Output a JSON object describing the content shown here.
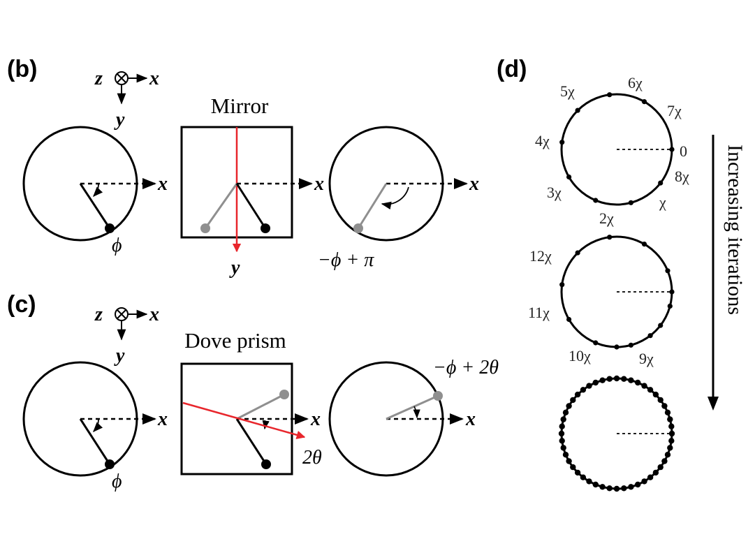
{
  "panels": {
    "b": {
      "label": "(b)",
      "coord_z": "z",
      "coord_x": "x",
      "coord_y": "y",
      "element": "Mirror",
      "in_angle": "ϕ",
      "out_x": "x",
      "beam_y": "y",
      "final_x": "x",
      "result": "−ϕ + π"
    },
    "c": {
      "label": "(c)",
      "coord_z": "z",
      "coord_x": "x",
      "coord_y": "y",
      "element": "Dove prism",
      "in_angle": "ϕ",
      "out_x": "x",
      "beam_angle": "2θ",
      "final_x": "x",
      "result": "−ϕ + 2θ"
    },
    "d": {
      "label": "(d)",
      "ring1": [
        "0",
        "χ",
        "2χ",
        "3χ",
        "4χ",
        "5χ",
        "6χ",
        "7χ",
        "8χ"
      ],
      "ring2": [
        "9χ",
        "10χ",
        "11χ",
        "12χ"
      ],
      "arrow_label": "Increasing iterations"
    }
  },
  "colors": {
    "ink": "#000000",
    "beam": "#e8262c",
    "reflected": "#8f8f8f"
  }
}
